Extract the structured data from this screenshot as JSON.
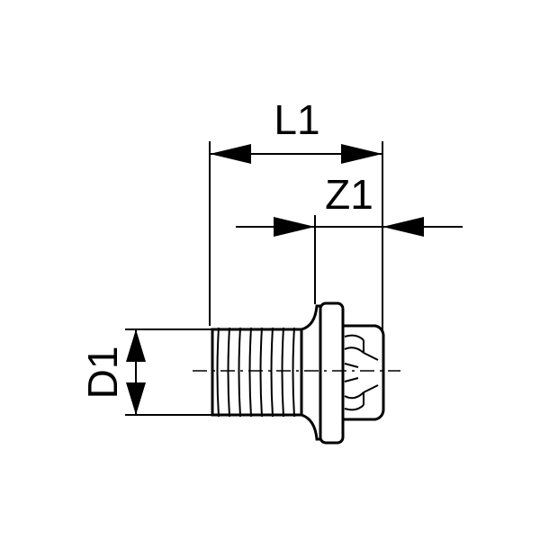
{
  "dimensions": {
    "length_label": "L1",
    "z_label": "Z1",
    "diameter_label": "D1"
  },
  "colors": {
    "line": "#000000",
    "background": "#ffffff"
  }
}
